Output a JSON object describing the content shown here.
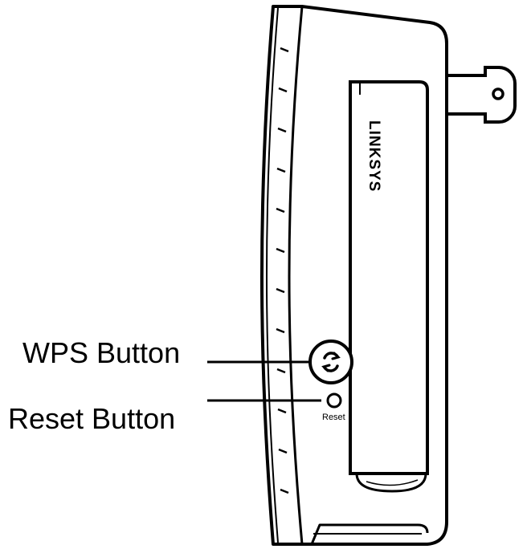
{
  "callouts": {
    "wps_label": "WPS Button",
    "reset_label": "Reset Button"
  },
  "device": {
    "brand_logo": "LINKSYS",
    "reset_caption": "Reset",
    "wps_icon": "wps-arrows-icon",
    "plug": "ac-plug-prongs"
  },
  "colors": {
    "line": "#000000",
    "background": "#ffffff"
  }
}
